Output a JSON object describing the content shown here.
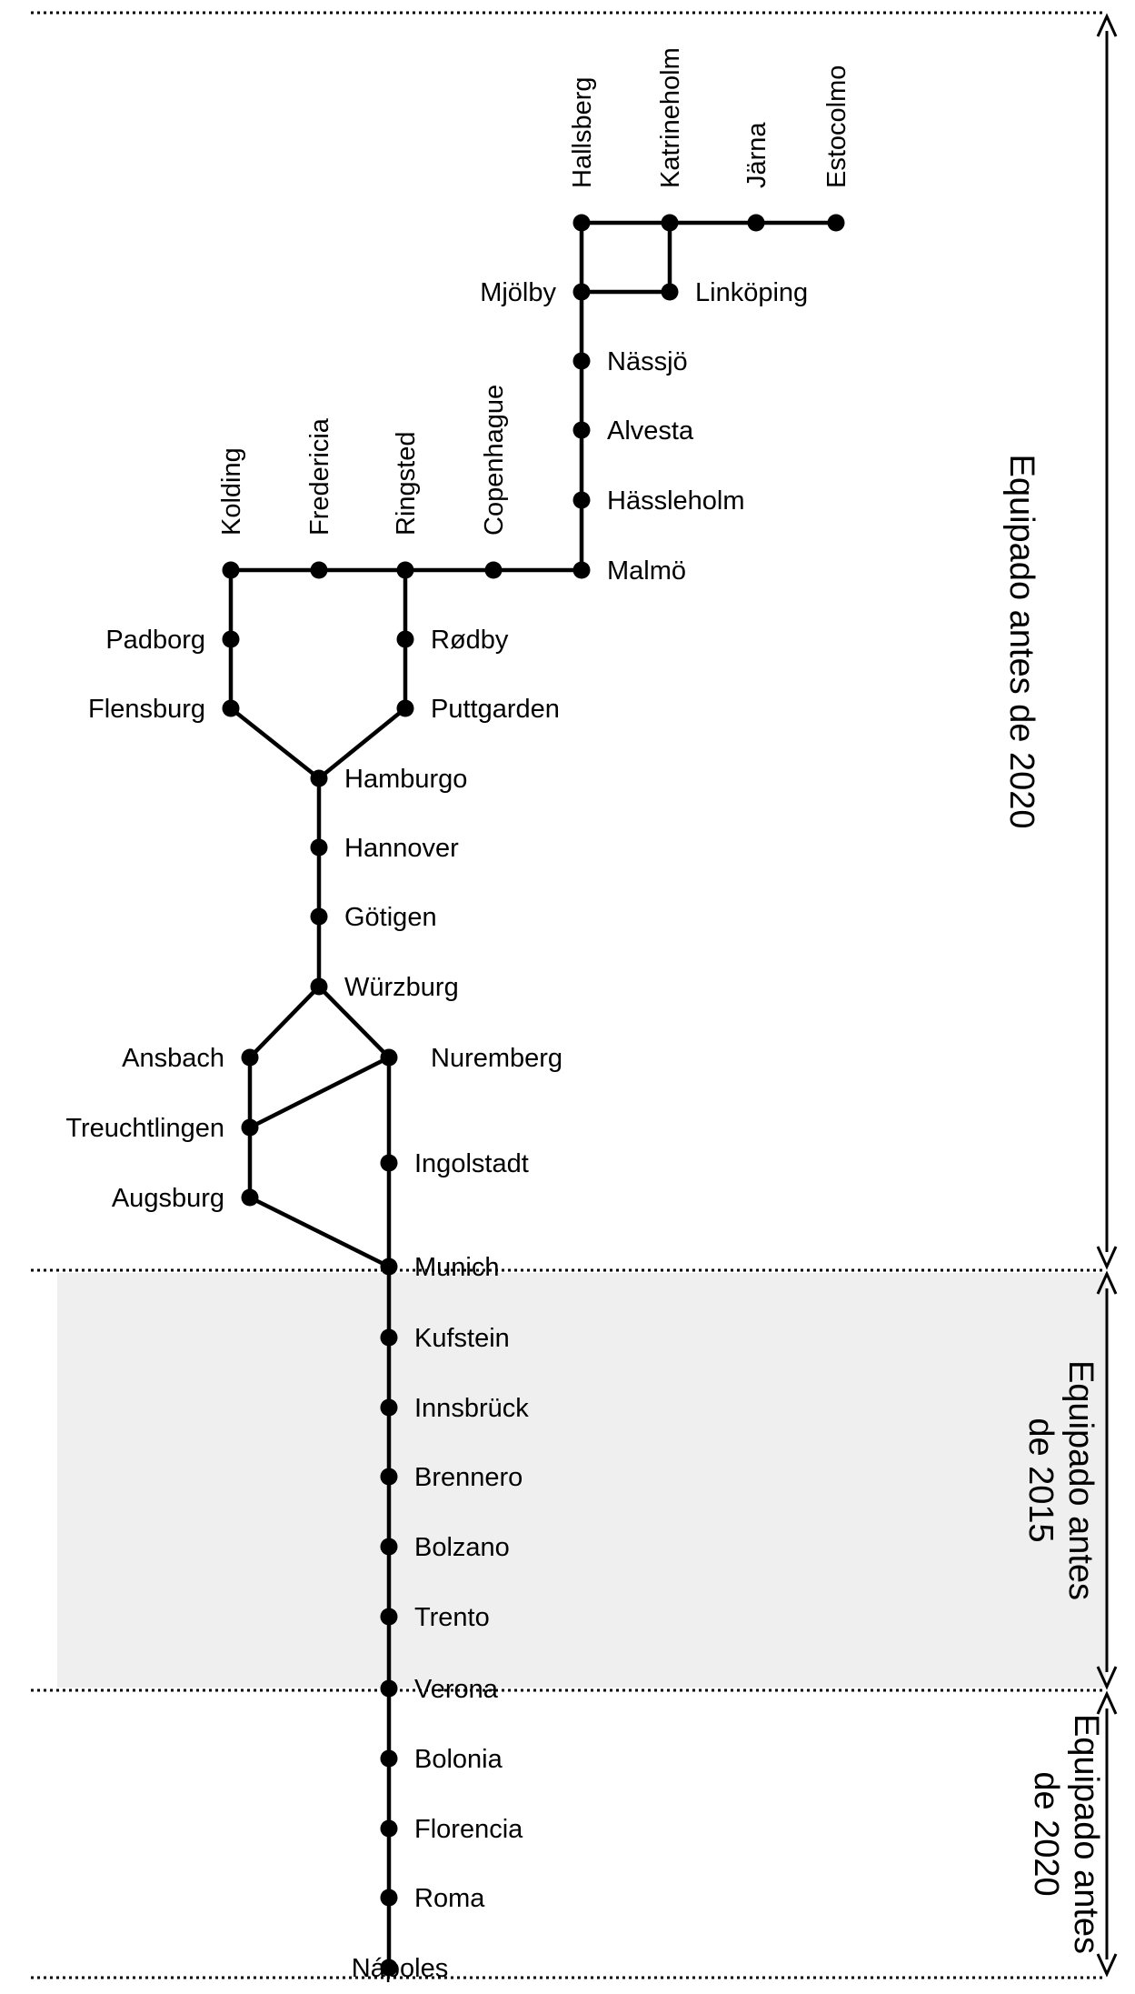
{
  "colors": {
    "line": "#000000",
    "node": "#000000",
    "band": "#efefef",
    "divider": "#000000"
  },
  "sections": [
    {
      "id": "top",
      "lines": [
        "Equipado antes de 2020"
      ],
      "shaded": false
    },
    {
      "id": "middle",
      "lines": [
        "Equipado antes",
        "de 2015"
      ],
      "shaded": true
    },
    {
      "id": "bottom",
      "lines": [
        "Equipado antes",
        "de 2020"
      ],
      "shaded": false
    }
  ],
  "stations": [
    {
      "id": "hallsberg",
      "name": "Hallsberg"
    },
    {
      "id": "katrineholm",
      "name": "Katrineholm"
    },
    {
      "id": "jarna",
      "name": "Järna"
    },
    {
      "id": "estocolmo",
      "name": "Estocolmo"
    },
    {
      "id": "mjolby",
      "name": "Mjölby"
    },
    {
      "id": "linkoping",
      "name": "Linköping"
    },
    {
      "id": "nassjo",
      "name": "Nässjö"
    },
    {
      "id": "alvesta",
      "name": "Alvesta"
    },
    {
      "id": "hassleholm",
      "name": "Hässleholm"
    },
    {
      "id": "malmo",
      "name": "Malmö"
    },
    {
      "id": "kolding",
      "name": "Kolding"
    },
    {
      "id": "fredericia",
      "name": "Fredericia"
    },
    {
      "id": "ringsted",
      "name": "Ringsted"
    },
    {
      "id": "copenhague",
      "name": "Copenhague"
    },
    {
      "id": "padborg",
      "name": "Padborg"
    },
    {
      "id": "rodby",
      "name": "Rødby"
    },
    {
      "id": "flensburg",
      "name": "Flensburg"
    },
    {
      "id": "puttgarden",
      "name": "Puttgarden"
    },
    {
      "id": "hamburgo",
      "name": "Hamburgo"
    },
    {
      "id": "hannover",
      "name": "Hannover"
    },
    {
      "id": "gotigen",
      "name": "Götigen"
    },
    {
      "id": "wurzburg",
      "name": "Würzburg"
    },
    {
      "id": "ansbach",
      "name": "Ansbach"
    },
    {
      "id": "nuremberg",
      "name": "Nuremberg"
    },
    {
      "id": "treuchtlingen",
      "name": "Treuchtlingen"
    },
    {
      "id": "ingolstadt",
      "name": "Ingolstadt"
    },
    {
      "id": "augsburg",
      "name": "Augsburg"
    },
    {
      "id": "munich",
      "name": "Munich"
    },
    {
      "id": "kufstein",
      "name": "Kufstein"
    },
    {
      "id": "innsbruck",
      "name": "Innsbrück"
    },
    {
      "id": "brennero",
      "name": "Brennero"
    },
    {
      "id": "bolzano",
      "name": "Bolzano"
    },
    {
      "id": "trento",
      "name": "Trento"
    },
    {
      "id": "verona",
      "name": "Verona"
    },
    {
      "id": "bolonia",
      "name": "Bolonia"
    },
    {
      "id": "florencia",
      "name": "Florencia"
    },
    {
      "id": "roma",
      "name": "Roma"
    },
    {
      "id": "napoles",
      "name": "Nápoles"
    }
  ],
  "connections": [
    [
      "estocolmo",
      "jarna"
    ],
    [
      "jarna",
      "katrineholm"
    ],
    [
      "katrineholm",
      "hallsberg"
    ],
    [
      "katrineholm",
      "linkoping"
    ],
    [
      "linkoping",
      "mjolby"
    ],
    [
      "hallsberg",
      "mjolby"
    ],
    [
      "mjolby",
      "nassjo"
    ],
    [
      "nassjo",
      "alvesta"
    ],
    [
      "alvesta",
      "hassleholm"
    ],
    [
      "hassleholm",
      "malmo"
    ],
    [
      "malmo",
      "copenhague"
    ],
    [
      "copenhague",
      "ringsted"
    ],
    [
      "ringsted",
      "fredericia"
    ],
    [
      "fredericia",
      "kolding"
    ],
    [
      "kolding",
      "padborg"
    ],
    [
      "padborg",
      "flensburg"
    ],
    [
      "flensburg",
      "hamburgo"
    ],
    [
      "ringsted",
      "rodby"
    ],
    [
      "rodby",
      "puttgarden"
    ],
    [
      "puttgarden",
      "hamburgo"
    ],
    [
      "hamburgo",
      "hannover"
    ],
    [
      "hannover",
      "gotigen"
    ],
    [
      "gotigen",
      "wurzburg"
    ],
    [
      "wurzburg",
      "ansbach"
    ],
    [
      "wurzburg",
      "nuremberg"
    ],
    [
      "ansbach",
      "treuchtlingen"
    ],
    [
      "treuchtlingen",
      "augsburg"
    ],
    [
      "treuchtlingen",
      "nuremberg"
    ],
    [
      "augsburg",
      "munich"
    ],
    [
      "nuremberg",
      "ingolstadt"
    ],
    [
      "ingolstadt",
      "munich"
    ],
    [
      "munich",
      "kufstein"
    ],
    [
      "kufstein",
      "innsbruck"
    ],
    [
      "innsbruck",
      "brennero"
    ],
    [
      "brennero",
      "bolzano"
    ],
    [
      "bolzano",
      "trento"
    ],
    [
      "trento",
      "verona"
    ],
    [
      "verona",
      "bolonia"
    ],
    [
      "bolonia",
      "florencia"
    ],
    [
      "florencia",
      "roma"
    ],
    [
      "roma",
      "napoles"
    ]
  ]
}
